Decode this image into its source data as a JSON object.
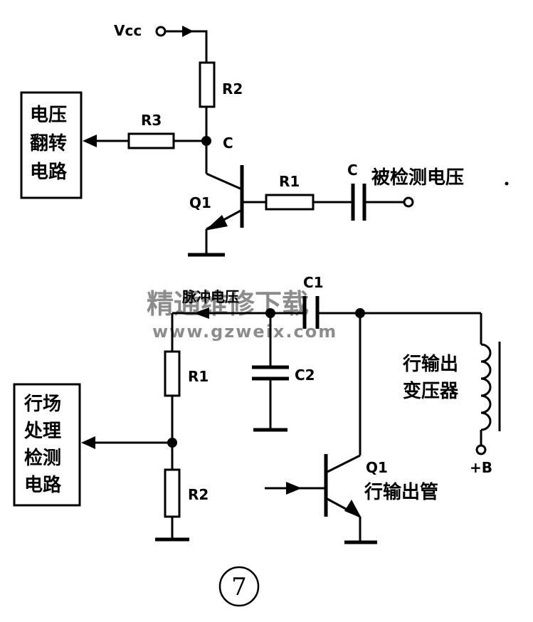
{
  "top_circuit": {
    "vcc": "Vcc",
    "r2": "R2",
    "r3": "R3",
    "node_c": "C",
    "q1": "Q1",
    "r1": "R1",
    "cap_c": "C",
    "block_lines": [
      "电压",
      "翻转",
      "电路"
    ],
    "input_label": "被检测电压"
  },
  "bottom_circuit": {
    "pulse_label": "脉冲电压",
    "c1": "C1",
    "c2": "C2",
    "r1": "R1",
    "r2": "R2",
    "block_lines": [
      "行场",
      "处理",
      "检测",
      "电路"
    ],
    "transformer_lines": [
      "行输出",
      "变压器"
    ],
    "plus_b": "+B",
    "q1": "Q1",
    "q1_desc": "行输出管"
  },
  "figure_number": "7",
  "watermark": {
    "cn": "精通维修下载",
    "url": "www.gzweix.com",
    "color": "#f0a868"
  }
}
